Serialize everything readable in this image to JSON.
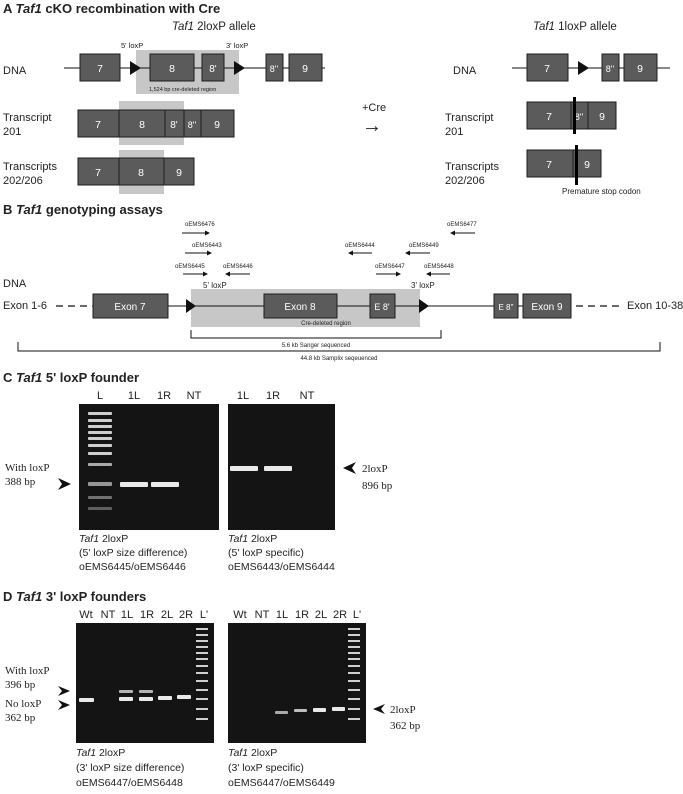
{
  "panel_a": {
    "heading_letter": "A",
    "heading_gene": "Taf1",
    "heading_rest": " cKO recombination with Cre",
    "left_title_gene": "Taf1",
    "left_title_rest": " 2loxP allele",
    "right_title_gene": "Taf1",
    "right_title_rest": " 1loxP allele",
    "dna_label": "DNA",
    "transcript1_label_1": "Transcript",
    "transcript1_label_2": "201",
    "transcript2_label_1": "Transcripts",
    "transcript2_label_2": "202/206",
    "loxp5": "5' loxP",
    "loxp3": "3' loxP",
    "deleted_region": "1,524 bp cre-deleted region",
    "cre_label": "+Cre",
    "arrow_glyph": "→",
    "premature_stop": "Premature stop codon",
    "exons": {
      "e7": "7",
      "e8": "8",
      "e8p": "8'",
      "e8pp": "8''",
      "e9": "9"
    }
  },
  "panel_b": {
    "heading_letter": "B",
    "heading_gene": "Taf1",
    "heading_rest": " genotyping assays",
    "dna_label": "DNA",
    "exon_1_6": "Exon 1-6",
    "exon_10_38": "Exon 10-38",
    "exon7": "Exon 7",
    "exon8": "Exon 8",
    "exon8p": "E 8'",
    "exon8pp": "E 8''",
    "exon9": "Exon 9",
    "loxp5": "5' loxP",
    "loxp3": "3' loxP",
    "cre_deleted": "Cre-deleted region",
    "sanger": "5.6 kb Sanger sequenced",
    "samplix": "44.8 kb Samplix seqeuenced",
    "primers": {
      "p6476": "oEMS6476",
      "p6443": "oEMS6443",
      "p6445": "oEMS6445",
      "p6446": "oEMS6446",
      "p6444": "oEMS6444",
      "p6447": "oEMS6447",
      "p6449": "oEMS6449",
      "p6477": "oEMS6477",
      "p6448": "oEMS6448"
    }
  },
  "panel_c": {
    "heading_letter": "C",
    "heading_gene": "Taf1",
    "heading_rest": " 5' loxP founder",
    "gel1_lanes": [
      "L",
      "1L",
      "1R",
      "NT"
    ],
    "gel2_lanes": [
      "1L",
      "1R",
      "NT"
    ],
    "left_label_1": "With loxP",
    "left_label_2": "388 bp",
    "right_label_1": "2loxP",
    "right_label_2": "896 bp",
    "caption1_gene": "Taf1",
    "caption1_rest": " 2loxP",
    "caption1_line2": "(5' loxP size difference)",
    "caption1_line3": "oEMS6445/oEMS6446",
    "caption2_gene": "Taf1",
    "caption2_rest": " 2loxP",
    "caption2_line2": "(5' loxP specific)",
    "caption2_line3": "oEMS6443/oEMS6444"
  },
  "panel_d": {
    "heading_letter": "D",
    "heading_gene": "Taf1",
    "heading_rest": " 3' loxP founders",
    "gel1_lanes": [
      "Wt",
      "NT",
      "1L",
      "1R",
      "2L",
      "2R",
      "L'"
    ],
    "gel2_lanes": [
      "Wt",
      "NT",
      "1L",
      "1R",
      "2L",
      "2R",
      "L'"
    ],
    "left_label_1": "With loxP",
    "left_label_2": "396 bp",
    "left_label_3": "No loxP",
    "left_label_4": "362 bp",
    "right_label_1": "2loxP",
    "right_label_2": "362 bp",
    "caption1_gene": "Taf1",
    "caption1_rest": " 2loxP",
    "caption1_line2": "(3' loxP size difference)",
    "caption1_line3": "oEMS6447/oEMS6448",
    "caption2_gene": "Taf1",
    "caption2_rest": " 2loxP",
    "caption2_line2": "(3' loxP specific)",
    "caption2_line3": "oEMS6447/oEMS6449"
  },
  "colors": {
    "exon": "#5b5b5b",
    "shade": "#c7c7c7",
    "gel": "#141414"
  }
}
